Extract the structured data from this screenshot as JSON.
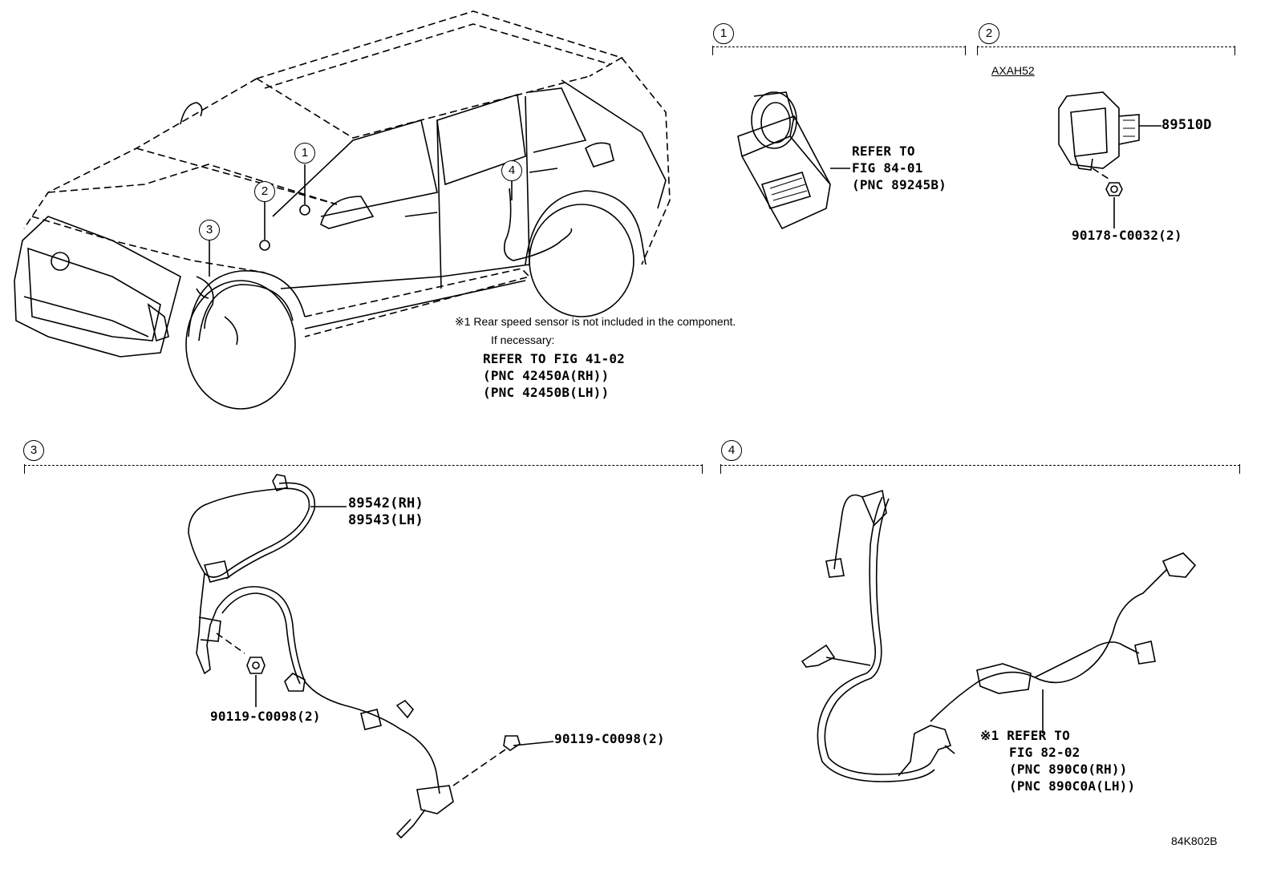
{
  "sections": {
    "s1": {
      "marker": "1",
      "refer": [
        "REFER TO",
        "FIG 84-01",
        "(PNC 89245B)"
      ]
    },
    "s2": {
      "marker": "2",
      "model": "AXAH52",
      "part_a": "89510D",
      "part_b": "90178-C0032(2)"
    },
    "s3": {
      "marker": "3",
      "part_rh": "89542(RH)",
      "part_lh": "89543(LH)",
      "bolt_a": "90119-C0098(2)",
      "bolt_b": "90119-C0098(2)"
    },
    "s4": {
      "marker": "4",
      "refer": [
        "※1 REFER TO",
        "FIG 82-02",
        "(PNC 890C0(RH))",
        "(PNC 890C0A(LH))"
      ]
    }
  },
  "vehicle_callouts": [
    "1",
    "2",
    "3",
    "4"
  ],
  "note": {
    "line1": "※1  Rear speed sensor is not included in the component.",
    "line2": "If necessary:",
    "refer": [
      "REFER TO FIG 41-02",
      "(PNC 42450A(RH))",
      "(PNC 42450B(LH))"
    ]
  },
  "figure_code": "84K802B"
}
